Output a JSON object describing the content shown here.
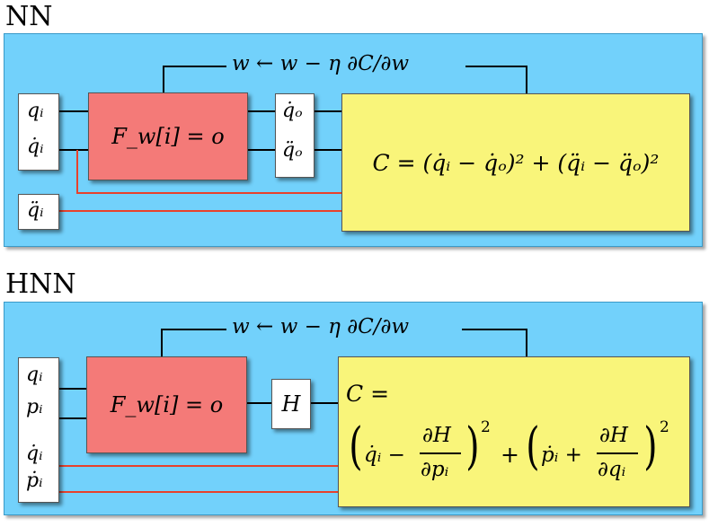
{
  "nn": {
    "title": "NN",
    "update_rule": "w ← w − η ∂C/∂w",
    "inputs": [
      "qᵢ",
      "q̇ᵢ"
    ],
    "extra_input": "q̈ᵢ",
    "network": "F_w[i] = o",
    "outputs": [
      "q̇ₒ",
      "q̈ₒ"
    ],
    "cost": "C = (q̇ᵢ − q̇ₒ)² + (q̈ᵢ − q̈ₒ)²"
  },
  "hnn": {
    "title": "HNN",
    "update_rule": "w ← w − η ∂C/∂w",
    "inputs": [
      "qᵢ",
      "pᵢ"
    ],
    "extra_inputs": [
      "q̇ᵢ",
      "ṗᵢ"
    ],
    "network": "F_w[i] = o",
    "output": "H",
    "cost_line1": "C =",
    "cost_term1_lhs": "q̇ᵢ −",
    "cost_term1_num": "∂H",
    "cost_term1_den": "∂pᵢ",
    "cost_plus": "+",
    "cost_term2_lhs": "ṗᵢ +",
    "cost_term2_num": "∂H",
    "cost_term2_den": "∂qᵢ",
    "exponent": "2"
  },
  "colors": {
    "panel": "#72d1fb",
    "network_box": "#f47a78",
    "cost_box": "#f9f57a",
    "feedback_wire": "#e8412c"
  }
}
